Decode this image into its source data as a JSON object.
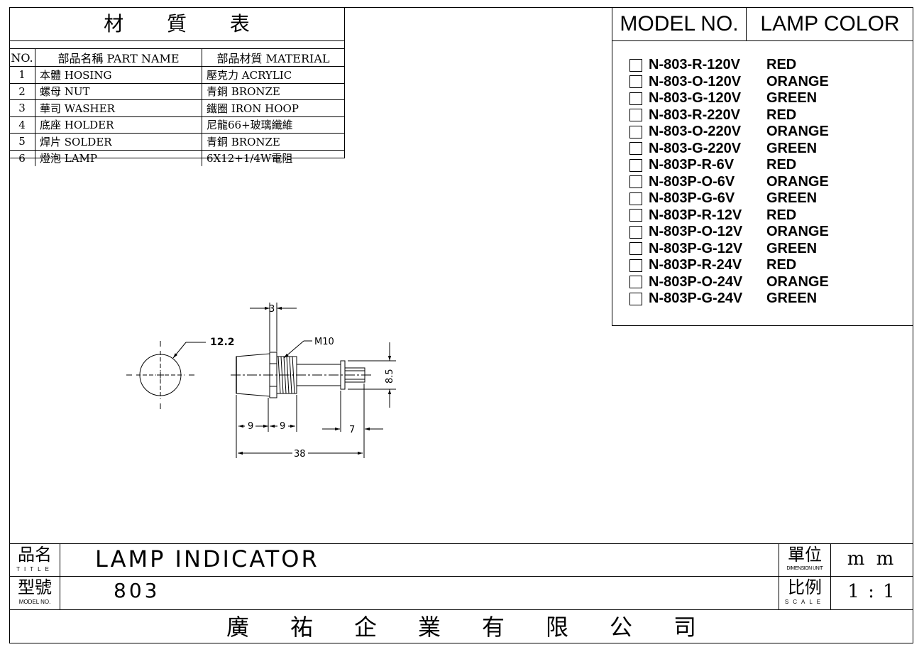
{
  "material_table": {
    "title": "材 質 表",
    "headers": [
      "NO.",
      "部品名稱 PART NAME",
      "部品材質 MATERIAL"
    ],
    "rows": [
      {
        "no": "1",
        "part": "本體 HOSING",
        "material": "壓克力 ACRYLIC"
      },
      {
        "no": "2",
        "part": "螺母 NUT",
        "material": "青銅 BRONZE"
      },
      {
        "no": "3",
        "part": "華司 WASHER",
        "material": "鐵圈 IRON HOOP"
      },
      {
        "no": "4",
        "part": "底座 HOLDER",
        "material": "尼龍66+玻璃纖維"
      },
      {
        "no": "5",
        "part": "焊片 SOLDER",
        "material": "青銅 BRONZE"
      },
      {
        "no": "6",
        "part": "燈泡 LAMP",
        "material": "6X12+1/4W電阻"
      }
    ]
  },
  "model_panel": {
    "header_model": "MODEL NO.",
    "header_color": "LAMP COLOR",
    "items": [
      {
        "code": "N-803-R-120V",
        "color": "RED"
      },
      {
        "code": "N-803-O-120V",
        "color": "ORANGE"
      },
      {
        "code": "N-803-G-120V",
        "color": "GREEN"
      },
      {
        "code": "N-803-R-220V",
        "color": "RED"
      },
      {
        "code": "N-803-O-220V",
        "color": "ORANGE"
      },
      {
        "code": "N-803-G-220V",
        "color": "GREEN"
      },
      {
        "code": "N-803P-R-6V",
        "color": "RED"
      },
      {
        "code": "N-803P-O-6V",
        "color": "ORANGE"
      },
      {
        "code": "N-803P-G-6V",
        "color": "GREEN"
      },
      {
        "code": "N-803P-R-12V",
        "color": "RED"
      },
      {
        "code": "N-803P-O-12V",
        "color": "ORANGE"
      },
      {
        "code": "N-803P-G-12V",
        "color": "GREEN"
      },
      {
        "code": "N-803P-R-24V",
        "color": "RED"
      },
      {
        "code": "N-803P-O-24V",
        "color": "ORANGE"
      },
      {
        "code": "N-803P-G-24V",
        "color": "GREEN"
      }
    ]
  },
  "dimensions": {
    "diameter": "12.2",
    "thread": "M10",
    "nut_thickness": "3",
    "height": "8.5",
    "body_length_a": "9",
    "body_length_b": "9",
    "terminal_length": "7",
    "overall_length": "38"
  },
  "title_block": {
    "title_label": "品名",
    "title_label_en": "TITLE",
    "title_value": "LAMP INDICATOR",
    "model_label": "型號",
    "model_label_en": "MODEL NO.",
    "model_value": "803",
    "unit_label": "單位",
    "unit_label_en": "DIMENSION UNIT",
    "unit_value": "m m",
    "scale_label": "比例",
    "scale_label_en": "SCALE",
    "scale_value": "1 : 1",
    "company": "廣祐企業有限公司"
  }
}
